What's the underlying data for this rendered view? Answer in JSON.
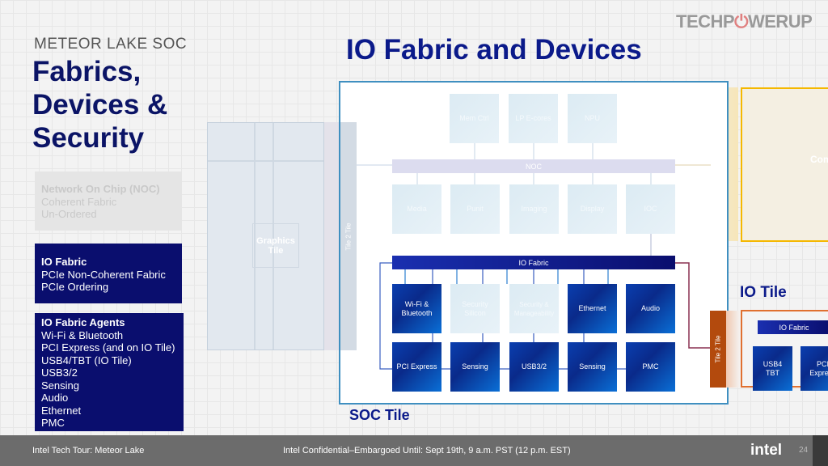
{
  "logo": "TECHPOWERUP",
  "left": {
    "subtitle": "METEOR LAKE SOC",
    "title_lines": [
      "Fabrics,",
      "Devices &",
      "Security"
    ],
    "noc": {
      "heading": "Network On Chip (NOC)",
      "lines": [
        "Coherent Fabric",
        "Un-Ordered"
      ]
    },
    "io_fabric": {
      "heading": "IO Fabric",
      "lines": [
        "PCIe Non-Coherent Fabric",
        "PCIe Ordering"
      ]
    },
    "agents": {
      "heading": "IO Fabric Agents",
      "lines": [
        "Wi-Fi & Bluetooth",
        "PCI Express (and on IO Tile)",
        "USB4/TBT (IO Tile)",
        "USB3/2",
        "Sensing",
        "Audio",
        "Ethernet",
        "PMC"
      ]
    }
  },
  "diagram": {
    "title": "IO Fabric and Devices",
    "graphics_tile": "Graphics Tile",
    "tile2tile": "Tile 2 Tile",
    "top_blocks": [
      "Mem Ctrl",
      "LP E-cores",
      "NPU"
    ],
    "noc": "NOC",
    "mid_blocks": [
      "Media",
      "Punit",
      "Imaging",
      "Display",
      "IOC"
    ],
    "io_fabric": "IO Fabric",
    "row1": [
      "Wi-Fi & Bluetooth",
      "Security Silicon",
      "Security & Manageability",
      "Ethernet",
      "Audio"
    ],
    "row2": [
      "PCI Express",
      "Sensing",
      "USB3/2",
      "Sensing",
      "PMC"
    ],
    "soc_tile": "SOC Tile",
    "io_tile": "IO Tile",
    "io_tile_fabric": "IO Fabric",
    "io_tile_blocks": [
      "USB4 TBT",
      "PCI Express"
    ],
    "compute_tile": "Compute Tile"
  },
  "footer": {
    "left": "Intel Tech Tour: Meteor Lake",
    "center": "Intel Confidential–Embargoed Until: Sept 19th, 9 a.m. PST (12 p.m. EST)",
    "brand": "intel",
    "page": "24"
  }
}
